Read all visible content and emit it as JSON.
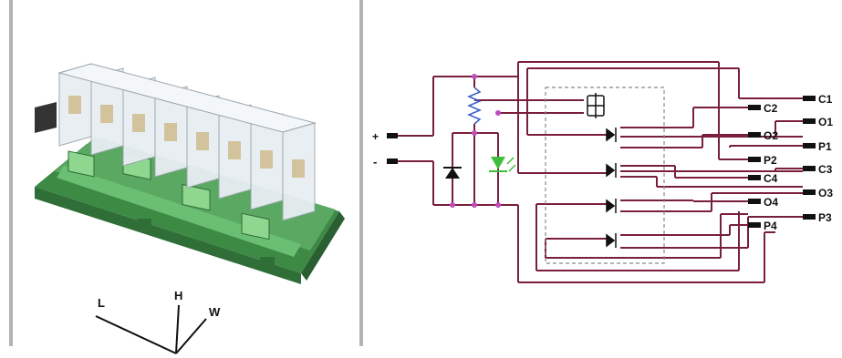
{
  "axes": {
    "length": "L",
    "height": "H",
    "width": "W"
  },
  "supply": {
    "plus": "+",
    "minus": "-"
  },
  "terminals": [
    "C1",
    "C2",
    "O1",
    "O2",
    "P1",
    "P2",
    "C3",
    "C4",
    "O3",
    "O4",
    "P3",
    "P4"
  ],
  "colors": {
    "wire": "#7a1f3a",
    "junction": "#c04cc0",
    "resistor": "#3a5cc8",
    "led": "#3fbf3f",
    "board": "#4f9a55",
    "rule": "#b3b3b3"
  }
}
